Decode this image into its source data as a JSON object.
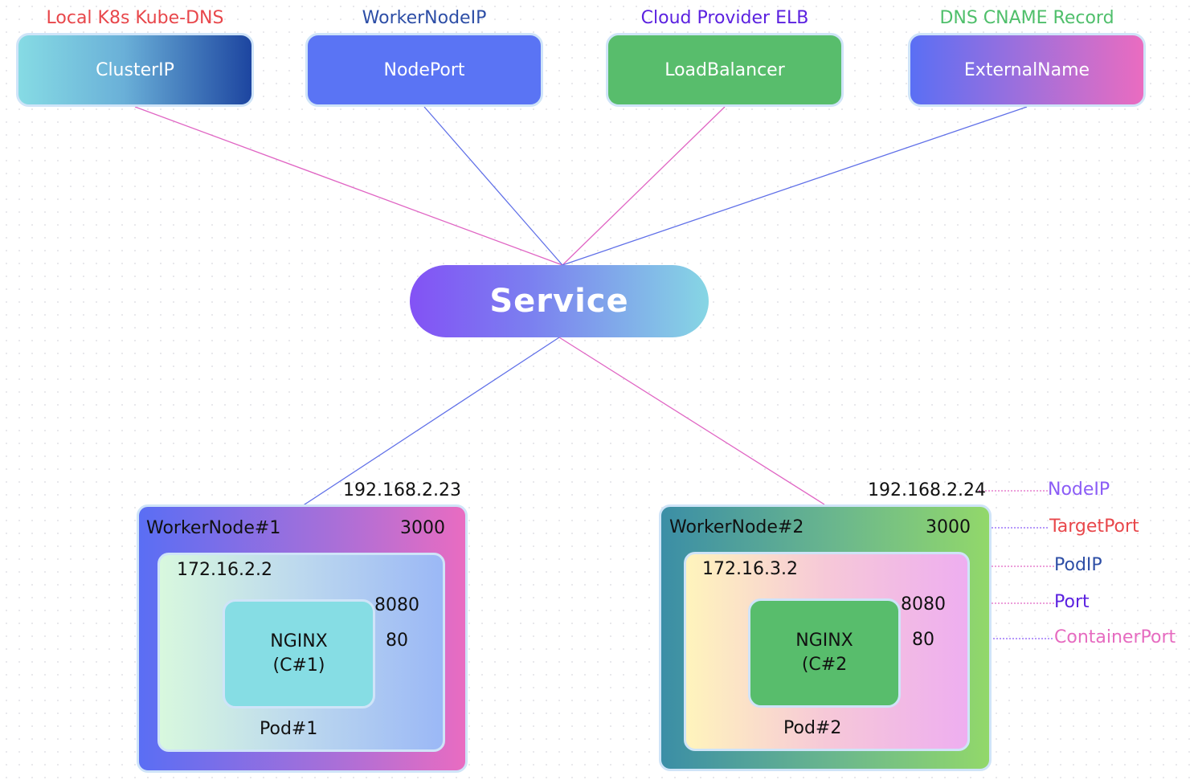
{
  "service_types": [
    {
      "caption": "Local K8s Kube-DNS",
      "caption_color": "#e8474b",
      "label": "ClusterIP"
    },
    {
      "caption": "WorkerNodeIP",
      "caption_color": "#2d4ea6",
      "label": "NodePort"
    },
    {
      "caption": "Cloud Provider ELB",
      "caption_color": "#5b21e0",
      "label": "LoadBalancer"
    },
    {
      "caption": "DNS CNAME Record",
      "caption_color": "#4fbf6b",
      "label": "ExternalName"
    }
  ],
  "service": {
    "label": "Service"
  },
  "nodes": [
    {
      "ip": "192.168.2.23",
      "name": "WorkerNode#1",
      "port": "3000",
      "pod_ip": "172.16.2.2",
      "pod_port": "8080",
      "container_port": "80",
      "container_line1": "NGINX",
      "container_line2": "(C#1)",
      "pod_name": "Pod#1"
    },
    {
      "ip": "192.168.2.24",
      "name": "WorkerNode#2",
      "port": "3000",
      "pod_ip": "172.16.3.2",
      "pod_port": "8080",
      "container_port": "80",
      "container_line1": "NGINX",
      "container_line2": "(C#2",
      "pod_name": "Pod#2"
    }
  ],
  "legend": [
    {
      "label": "NodeIP",
      "color": "#8b5cf6"
    },
    {
      "label": "TargetPort",
      "color": "#e8474b"
    },
    {
      "label": "PodIP",
      "color": "#2d4ea6"
    },
    {
      "label": "Port",
      "color": "#5b21e0"
    },
    {
      "label": "ContainerPort",
      "color": "#e66bc0"
    }
  ],
  "colors": {
    "line_pink": "#e066c4",
    "line_blue": "#6070e8"
  }
}
